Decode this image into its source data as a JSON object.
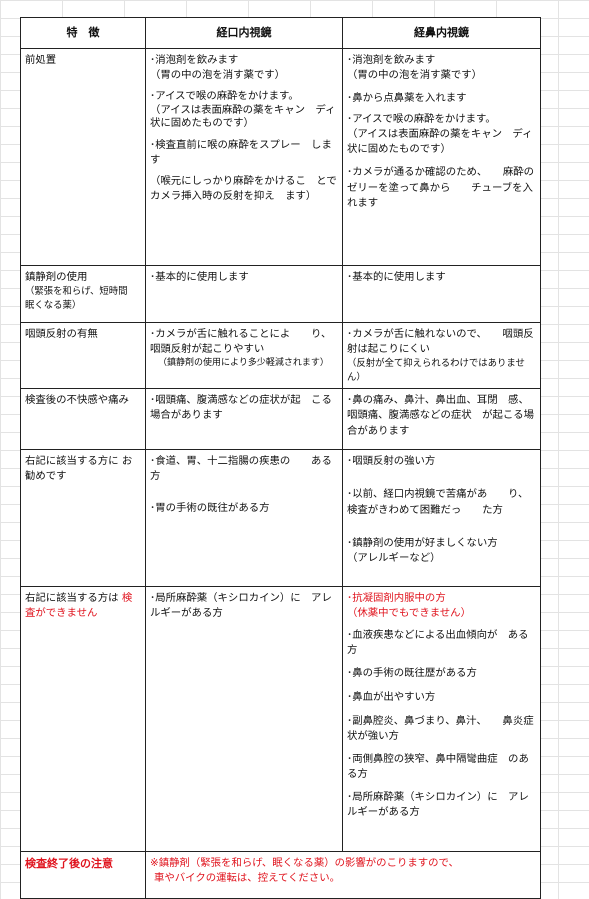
{
  "headers": {
    "feature": "特　徴",
    "oral": "経口内視鏡",
    "nasal": "経鼻内視鏡"
  },
  "rows": [
    {
      "feature": "前処置",
      "feature_sub": "",
      "oral": [
        "･消泡剤を飲みます",
        "（胃の中の泡を消す薬です）",
        "･アイスで喉の麻酔をかけます。",
        "（アイスは表面麻酔の薬をキャン　ディ状に固めたものです）",
        "･検査直前に喉の麻酔をスプレー　します",
        "（喉元にしっかり麻酔をかけるこ　とでカメラ挿入時の反射を抑え　ます）"
      ],
      "nasal": [
        "･消泡剤を飲みます",
        "（胃の中の泡を消す薬です）",
        "･鼻から点鼻薬を入れます",
        "･アイスで喉の麻酔をかけます。",
        "（アイスは表面麻酔の薬をキャン　ディ状に固めたものです）",
        "･カメラが通るか確認のため、　　麻酔のゼリーを塗って鼻から　　チューブを入れます"
      ]
    },
    {
      "feature": "鎮静剤の使用",
      "feature_sub": "（緊張を和らげ、短時間　眠くなる薬）",
      "oral": [
        "･基本的に使用します"
      ],
      "nasal": [
        "･基本的に使用します"
      ]
    },
    {
      "feature": "咽頭反射の有無",
      "feature_sub": "",
      "oral": [
        "･カメラが舌に触れることによ　　り、咽頭反射が起こりやすい",
        "（鎮静剤の使用により多少軽減されます）"
      ],
      "nasal": [
        "･カメラが舌に触れないので、　　咽頭反射は起こりにくい",
        "（反射が全て抑えられるわけではありません）"
      ]
    },
    {
      "feature": "検査後の不快感や痛み",
      "feature_sub": "",
      "oral": [
        "･咽頭痛、腹満感などの症状が起　こる場合があります"
      ],
      "nasal": [
        "･鼻の痛み、鼻汁、鼻出血、耳閉　感、咽頭痛、腹満感などの症状　が起こる場合があります"
      ]
    },
    {
      "feature": "右記に該当する方に お勧めです",
      "feature_sub": "",
      "oral": [
        "･食道、胃、十二指腸の疾患の　　ある方",
        "･胃の手術の既往がある方"
      ],
      "nasal": [
        "･咽頭反射の強い方",
        "･以前、経口内視鏡で苦痛があ　　り、検査がきわめて困難だっ　　た方",
        "･鎮静剤の使用が好ましくない方",
        "（アレルギーなど）"
      ]
    },
    {
      "feature": "右記に該当する方は ",
      "feature_red": "検査ができません",
      "oral": [
        "･局所麻酔薬（キシロカイン）に　アレルギーがある方"
      ],
      "nasal_red": [
        "･抗凝固剤内服中の方",
        "（休薬中でもできません）"
      ],
      "nasal": [
        "･血液疾患などによる出血傾向が　ある方",
        "･鼻の手術の既往歴がある方",
        "･鼻血が出やすい方",
        "･副鼻腔炎、鼻づまり、鼻汁、　　鼻炎症状が強い方",
        "･両側鼻腔の狭窄、鼻中隔彎曲症　のある方",
        "･局所麻酔薬（キシロカイン）に　アレルギーがある方"
      ]
    }
  ],
  "final": {
    "title": "検査終了後の注意",
    "line1": "※鎮静剤（緊張を和らげ、眠くなる薬）の影響がのこりますので、",
    "line2": "車やバイクの運転は、控えてください。"
  }
}
